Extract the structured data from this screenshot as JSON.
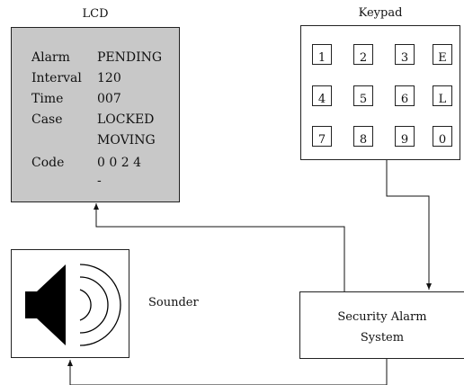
{
  "lcd": {
    "title": "LCD",
    "rows": [
      {
        "label": "Alarm",
        "value": "PENDING"
      },
      {
        "label": "Interval",
        "value": "120"
      },
      {
        "label": "Time",
        "value": "007"
      },
      {
        "label": "Case",
        "value": "LOCKED"
      },
      {
        "label": "",
        "value": "MOVING"
      },
      {
        "label": "Code",
        "value": "0 0 2 4"
      },
      {
        "label": "",
        "value": "-"
      }
    ]
  },
  "keypad": {
    "title": "Keypad",
    "keys": [
      "1",
      "2",
      "3",
      "E",
      "4",
      "5",
      "6",
      "L",
      "7",
      "8",
      "9",
      "0"
    ]
  },
  "sounder": {
    "label": "Sounder",
    "icon": "speaker-icon"
  },
  "system": {
    "line1": "Security Alarm",
    "line2": "System"
  }
}
